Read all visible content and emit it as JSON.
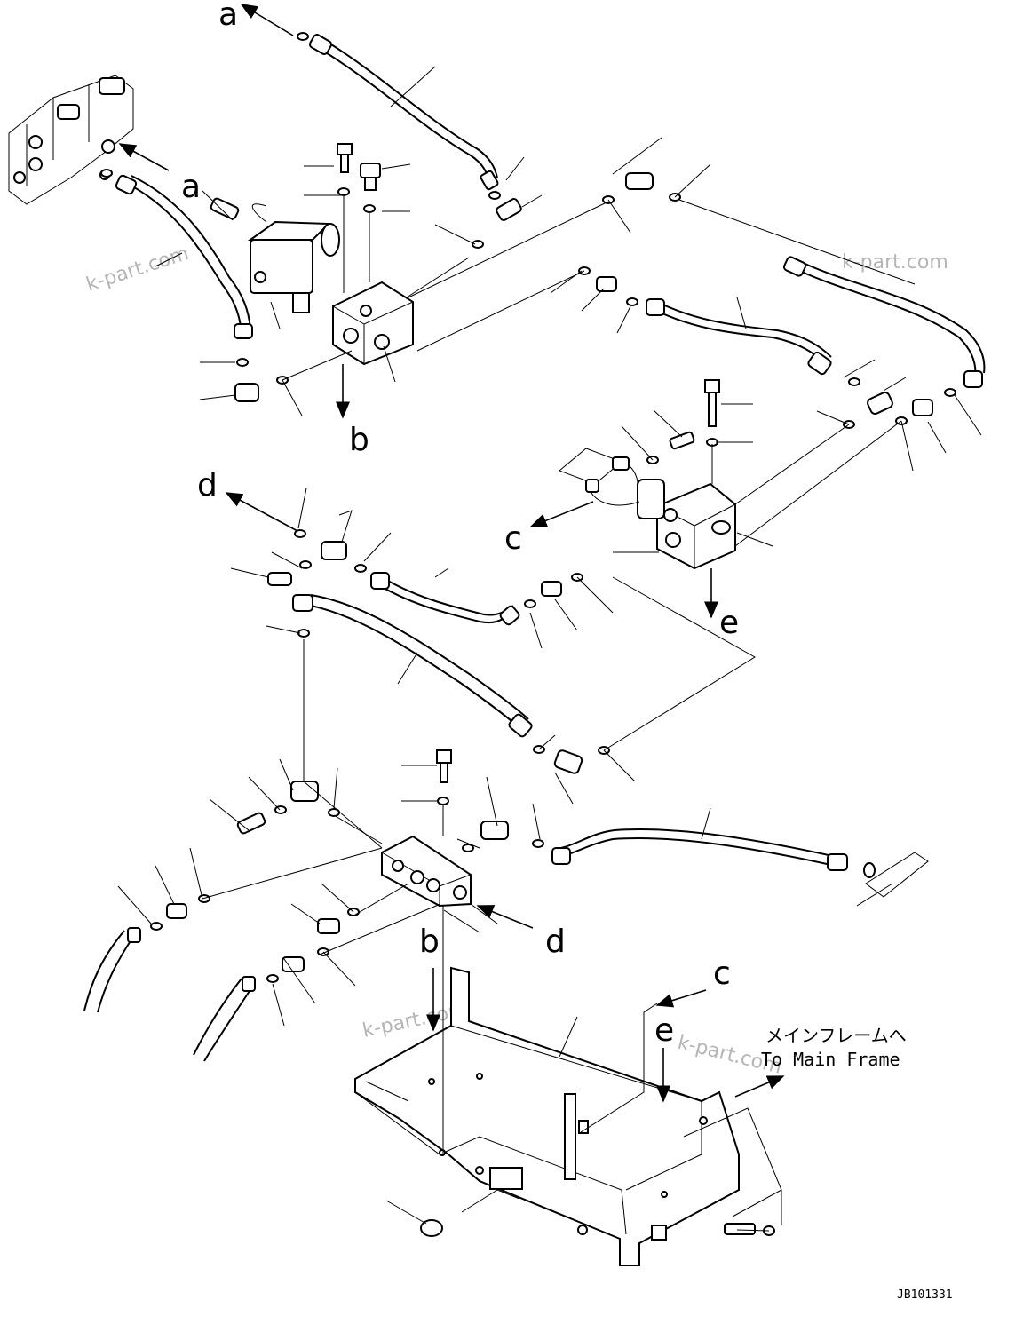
{
  "diagram": {
    "labels": {
      "a1": "a",
      "a2": "a",
      "b1": "b",
      "b2": "b",
      "c1": "c",
      "c2": "c",
      "d1": "d",
      "d2": "d",
      "e1": "e",
      "e2": "e"
    },
    "note_jp": "メインフレームへ",
    "note_en": "To Main Frame",
    "figure_code": "JB101331",
    "watermark": "k-part.com"
  }
}
